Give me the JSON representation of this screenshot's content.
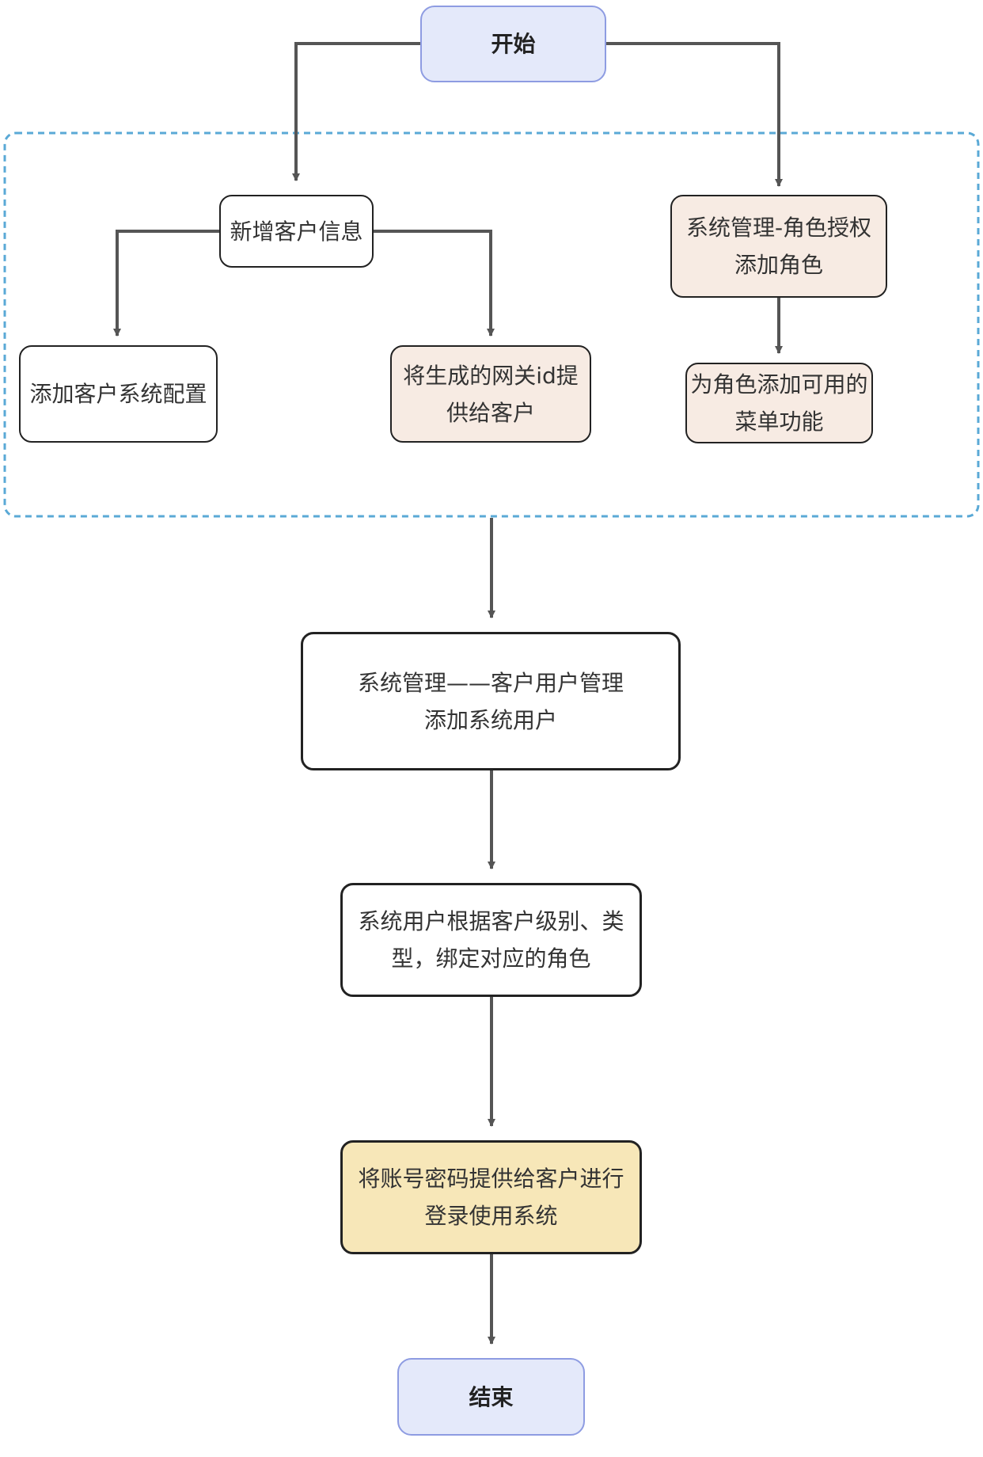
{
  "nodes": {
    "start": "开始",
    "add_customer": "新增客户信息",
    "add_config": "添加客户系统配置",
    "gateway": [
      "将生成的网关id提",
      "供给客户"
    ],
    "role_auth": [
      "系统管理-角色授权",
      "添加角色"
    ],
    "menu": [
      "为角色添加可用的",
      "菜单功能"
    ],
    "sys_user": [
      "系统管理——客户用户管理",
      "添加系统用户"
    ],
    "bind_role": [
      "系统用户根据客户级别、类",
      "型，绑定对应的角色"
    ],
    "provide_account": [
      "将账号密码提供给客户进行",
      "登录使用系统"
    ],
    "end": "结束"
  },
  "colors": {
    "terminal_fill": "#e4e9fa",
    "terminal_border": "#8e9ce2",
    "highlight_fill": "#f7ebe3",
    "final_step_fill": "#f7e7b8",
    "group_border": "#5aa9d6",
    "connector": "#555555"
  }
}
